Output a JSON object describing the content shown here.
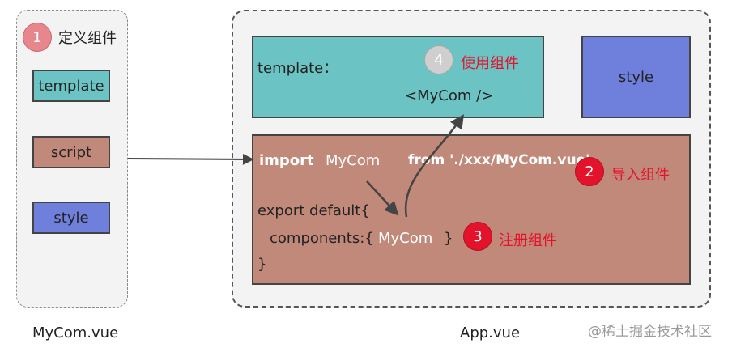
{
  "left": {
    "badge": "1",
    "heading": "定义组件",
    "boxes": [
      "template",
      "script",
      "style"
    ],
    "caption": "MyCom.vue"
  },
  "right": {
    "caption": "App.vue",
    "template_box": {
      "label": "template：",
      "badge": "4",
      "badge_label": "使用组件",
      "usage": "<MyCom />"
    },
    "style_box": {
      "label": "style"
    },
    "script_box": {
      "import_keyword": "import",
      "import_name": "MyCom",
      "import_from": "from './xxx/MyCom.vue'",
      "import_badge": "2",
      "import_badge_label": "导入组件",
      "export_line": "export default{",
      "components_open": "components:{",
      "components_name": "MyCom",
      "components_close": "}",
      "register_badge": "3",
      "register_badge_label": "注册组件",
      "closing": "}"
    }
  },
  "watermark": "@稀土掘金技术社区",
  "colors": {
    "teal": "#6cc3c4",
    "brown": "#c0897a",
    "blue": "#6f7fdc",
    "red": "#e4132c",
    "pink": "#e8868e"
  }
}
